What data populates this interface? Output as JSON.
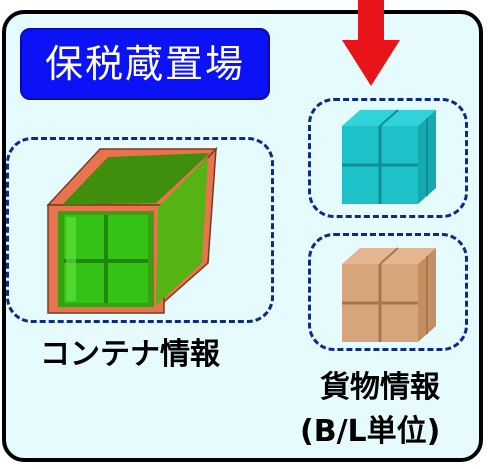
{
  "diagram": {
    "title": "保税蔵置場",
    "container_label": "コンテナ情報",
    "cargo_label_line1": "貨物情報",
    "cargo_label_line2": "(B/L単位)",
    "colors": {
      "panel_bg": "#e6fbfd",
      "title_bg": "#0b12f5",
      "dash_border": "#0b2a8c",
      "arrow": "#e8141a",
      "container_body": "#4fa810",
      "container_frame": "#e8734e",
      "cargo_teal": "#1fc1c8",
      "cargo_brown": "#d7a57c"
    },
    "icons": [
      "down-arrow-icon",
      "container-icon",
      "cargo-box-icon",
      "cargo-box-icon"
    ]
  }
}
